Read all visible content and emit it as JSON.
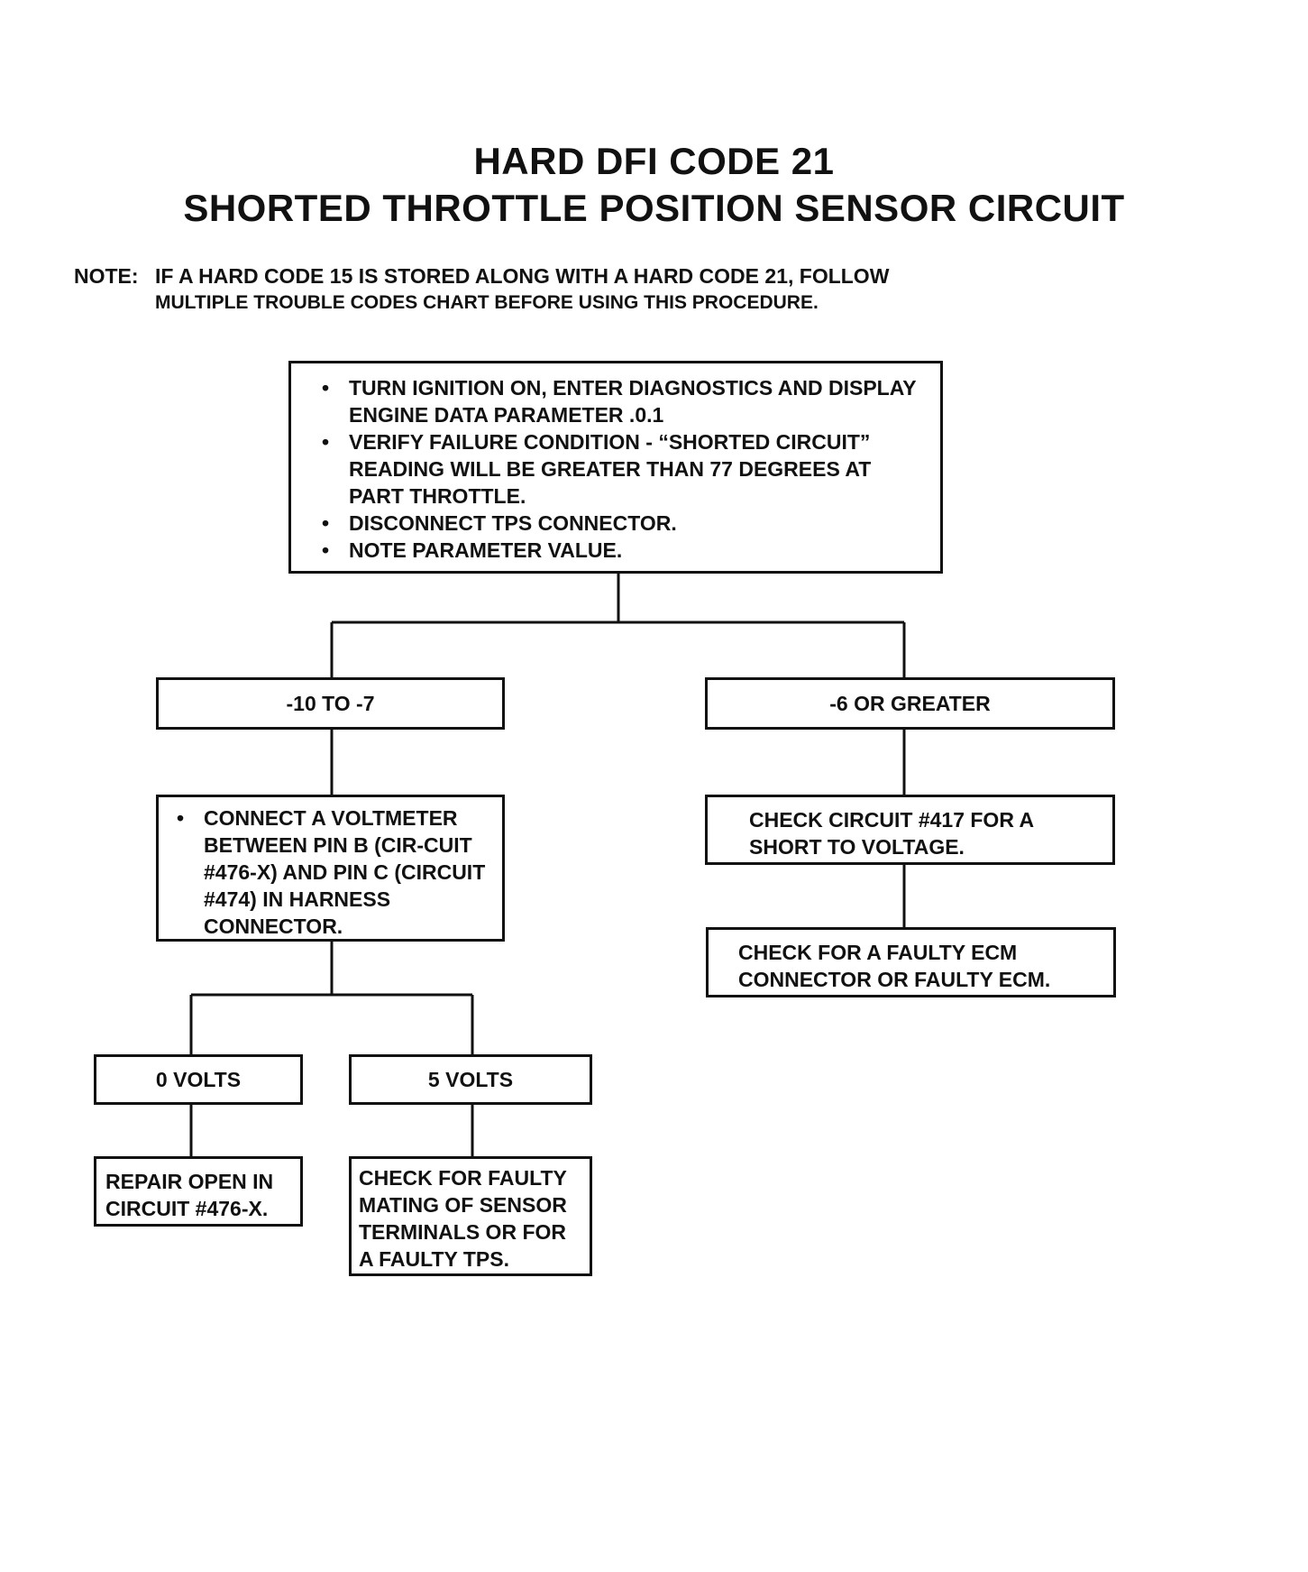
{
  "title_line1": "HARD DFI CODE 21",
  "title_line2": "SHORTED THROTTLE POSITION SENSOR CIRCUIT",
  "note": {
    "label": "NOTE:",
    "line1": "IF A HARD CODE 15 IS STORED ALONG WITH A HARD CODE 21, FOLLOW",
    "line2": "MULTIPLE TROUBLE CODES CHART BEFORE USING THIS PROCEDURE."
  },
  "bullet_glyph": "•",
  "start_box": {
    "items": [
      "TURN IGNITION ON, ENTER DIAGNOSTICS AND DISPLAY ENGINE DATA PARAMETER .0.1",
      "VERIFY FAILURE CONDITION - “SHORTED CIRCUIT” READING WILL BE GREATER THAN 77 DEGREES AT PART THROTTLE.",
      "DISCONNECT TPS CONNECTOR.",
      "NOTE PARAMETER VALUE."
    ]
  },
  "branch_left": {
    "label": "-10 TO -7",
    "step": {
      "items": [
        "CONNECT A VOLTMETER BETWEEN PIN B (CIR-CUIT #476-X) AND PIN C (CIRCUIT #474) IN HARNESS CONNECTOR."
      ]
    },
    "sub_left": {
      "label": "0 VOLTS",
      "lines": [
        "REPAIR OPEN IN",
        "CIRCUIT #476-X."
      ]
    },
    "sub_right": {
      "label": "5 VOLTS",
      "lines": [
        "CHECK FOR FAULTY",
        "MATING OF SENSOR",
        "TERMINALS OR FOR",
        "A FAULTY TPS."
      ]
    }
  },
  "branch_right": {
    "label": "-6 OR GREATER",
    "step1": {
      "lines": [
        "CHECK CIRCUIT #417 FOR A",
        "SHORT TO VOLTAGE."
      ]
    },
    "step2": {
      "lines": [
        "CHECK FOR A FAULTY ECM",
        "CONNECTOR OR FAULTY ECM."
      ]
    }
  }
}
